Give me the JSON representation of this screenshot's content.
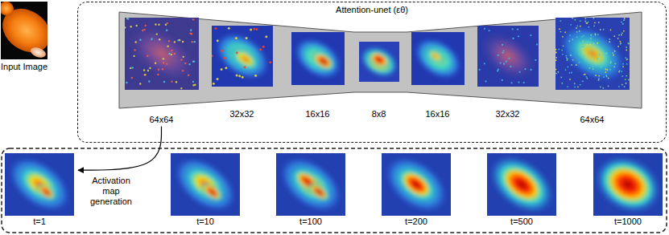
{
  "diagram": {
    "nodes": [
      {
        "text": [
          "Input Image"
        ]
      },
      {
        "text": [
          "Attention-unet (εθ)"
        ]
      },
      {
        "text": [
          "64x64"
        ],
        "in": 1
      },
      {
        "text": [
          "32x32"
        ],
        "in": 1
      },
      {
        "text": [
          "16x16"
        ],
        "in": 1
      },
      {
        "text": [
          "8x8"
        ],
        "in": 1
      },
      {
        "text": [
          "16x16"
        ],
        "in": 1
      },
      {
        "text": [
          "32x32"
        ],
        "in": 1
      },
      {
        "text": [
          "64x64"
        ],
        "in": 1
      },
      {
        "text": [
          "t=1"
        ]
      },
      {
        "text": [
          "t=10"
        ]
      },
      {
        "text": [
          "t=100"
        ]
      },
      {
        "text": [
          "t=200"
        ]
      },
      {
        "text": [
          "t=500"
        ]
      },
      {
        "text": [
          "t=1000"
        ]
      }
    ],
    "edges": [
      {
        "from": 2,
        "to": 9,
        "arrow": "to",
        "label": "Activation map generation"
      }
    ]
  }
}
